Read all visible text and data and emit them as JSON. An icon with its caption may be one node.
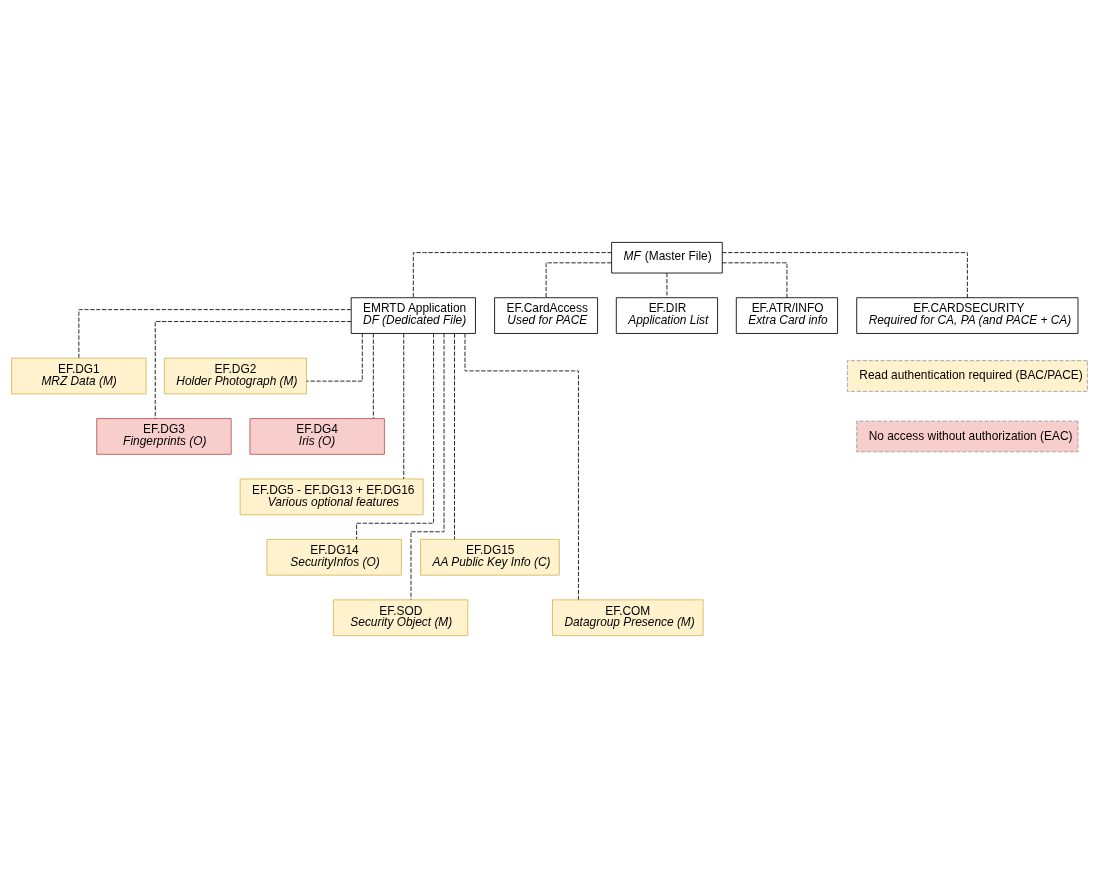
{
  "diagram": {
    "nodes": [
      {
        "text": [
          "*MF* (Master File)"
        ]
      },
      {
        "text": [
          "EMRTD Application",
          "DF (Dedicated File)"
        ]
      },
      {
        "text": [
          "EF.CardAccess",
          "Used for PACE"
        ]
      },
      {
        "text": [
          "EF.DIR",
          "Application List"
        ]
      },
      {
        "text": [
          "EF.ATR/INFO",
          "Extra Card info"
        ]
      },
      {
        "text": [
          "EF.CARDSECURITY",
          "Required for CA, PA (and PACE + CA)"
        ]
      },
      {
        "text": [
          "EF.DG1",
          "MRZ Data (M)"
        ]
      },
      {
        "text": [
          "EF.DG2",
          "Holder Photograph (M)"
        ]
      },
      {
        "text": [
          "EF.DG3",
          "Fingerprints (O)"
        ]
      },
      {
        "text": [
          "EF.DG4",
          "Iris (O)"
        ]
      },
      {
        "text": [
          "EF.DG5 - EF.DG13 + EF.DG16",
          "Various optional features"
        ]
      },
      {
        "text": [
          "EF.DG14",
          "SecurityInfos (O)"
        ]
      },
      {
        "text": [
          "EF.DG15",
          "AA Public Key Info (C)"
        ]
      },
      {
        "text": [
          "EF.SOD",
          "Security Object (M)"
        ]
      },
      {
        "text": [
          "EF.COM",
          "Datagroup Presence (M)"
        ]
      }
    ],
    "edges": [
      {
        "from": 0,
        "to": 1,
        "arrow": "none",
        "style": "dashed"
      },
      {
        "from": 0,
        "to": 2,
        "arrow": "none",
        "style": "dashed"
      },
      {
        "from": 0,
        "to": 3,
        "arrow": "none",
        "style": "dashed"
      },
      {
        "from": 0,
        "to": 4,
        "arrow": "none",
        "style": "dashed"
      },
      {
        "from": 0,
        "to": 5,
        "arrow": "none",
        "style": "dashed"
      },
      {
        "from": 1,
        "to": 6,
        "arrow": "none",
        "style": "dashed"
      },
      {
        "from": 1,
        "to": 7,
        "arrow": "none",
        "style": "dashed"
      },
      {
        "from": 1,
        "to": 8,
        "arrow": "none",
        "style": "dashed"
      },
      {
        "from": 1,
        "to": 9,
        "arrow": "none",
        "style": "dashed"
      },
      {
        "from": 1,
        "to": 10,
        "arrow": "none",
        "style": "dashed"
      },
      {
        "from": 1,
        "to": 11,
        "arrow": "none",
        "style": "dashed"
      },
      {
        "from": 1,
        "to": 12,
        "arrow": "none",
        "style": "dashed"
      },
      {
        "from": 1,
        "to": 13,
        "arrow": "none",
        "style": "dashed"
      },
      {
        "from": 1,
        "to": 14,
        "arrow": "none",
        "style": "dashed"
      }
    ],
    "legend": [
      {
        "text": "Read authentication required (BAC/PACE)",
        "color": "#fff2cc"
      },
      {
        "text": "No access without authorization (EAC)",
        "color": "#f8cecc"
      }
    ]
  }
}
